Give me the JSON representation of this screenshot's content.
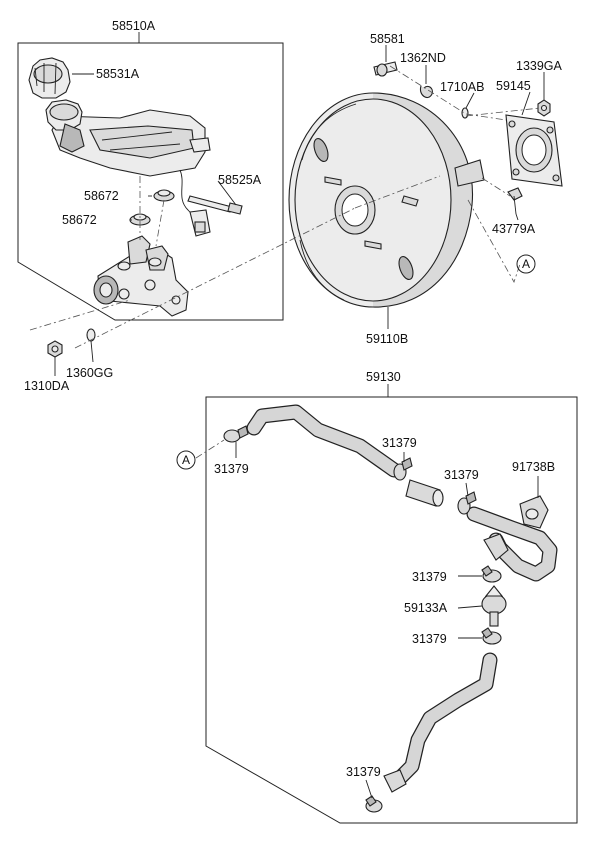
{
  "labels": {
    "master_cylinder_assy": "58510A",
    "reservoir_cap": "58531A",
    "grommet_upper": "58672",
    "grommet_lower": "58672",
    "level_sensor": "58525A",
    "nut_left": "1310DA",
    "washer_left": "1360GG",
    "clevis_pin": "58581",
    "snap_pin": "1362ND",
    "o_ring": "1710AB",
    "gasket": "59145",
    "nut_right": "1339GA",
    "clip": "43779A",
    "booster": "59110B",
    "hose_assy": "59130",
    "clamp_1": "31379",
    "clamp_2": "31379",
    "clamp_3": "31379",
    "clamp_4": "31379",
    "clamp_5": "31379",
    "clamp_6": "31379",
    "bracket": "91738B",
    "check_valve": "59133A"
  },
  "refs": {
    "a_upper": "A",
    "a_lower": "A"
  }
}
